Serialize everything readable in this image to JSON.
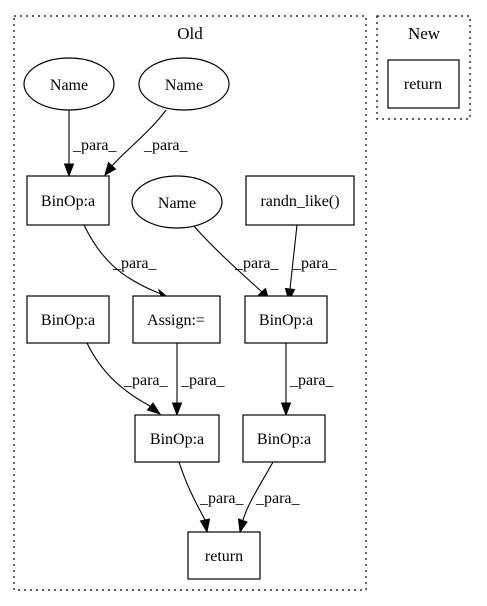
{
  "clusters": {
    "old": {
      "label": "Old"
    },
    "new": {
      "label": "New"
    }
  },
  "nodes": {
    "name_1": "Name",
    "name_2": "Name",
    "name_3": "Name",
    "binop_top": "BinOp:a",
    "randn_like": "randn_like()",
    "assign": "Assign:=",
    "binop_left": "BinOp:a",
    "binop_mid_right": "BinOp:a",
    "binop_center": "BinOp:a",
    "binop_lower_right": "BinOp:a",
    "return_old": "return",
    "return_new": "return"
  },
  "edges": {
    "name1_to_binop_top": "_para_",
    "name2_to_binop_top": "_para_",
    "binop_top_to_assign": "_para_",
    "name3_to_binop_mid_right": "_para_",
    "randn_to_binop_mid_right": "_para_",
    "binop_left_to_binop_center": "_para_",
    "assign_to_binop_center": "_para_",
    "binop_mid_right_to_binop_lower_right": "_para_",
    "binop_center_to_return": "_para_",
    "binop_lower_right_to_return": "_para_"
  }
}
